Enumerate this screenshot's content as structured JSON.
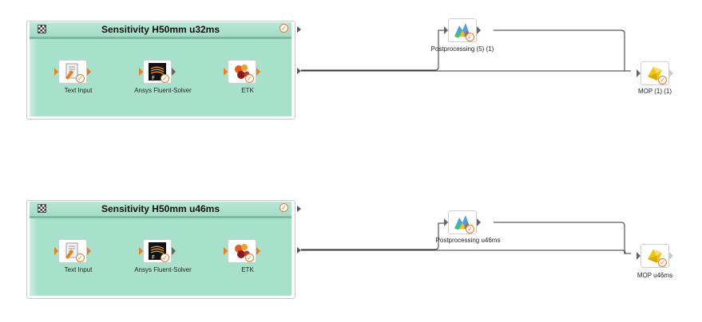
{
  "systems": [
    {
      "title": "Sensitivity H50mm u32ms",
      "nodes": [
        {
          "label": "Text Input",
          "icon": "text-input-icon"
        },
        {
          "label": "Ansys Fluent-Solver",
          "icon": "fluent-solver-icon"
        },
        {
          "label": "ETK",
          "icon": "etk-icon"
        }
      ],
      "post_label": "Postprocessing (5) (1)",
      "mop_label": "MOP (1) (1)"
    },
    {
      "title": "Sensitivity H50mm u46ms",
      "nodes": [
        {
          "label": "Text Input",
          "icon": "text-input-icon"
        },
        {
          "label": "Ansys Fluent-Solver",
          "icon": "fluent-solver-icon"
        },
        {
          "label": "ETK",
          "icon": "etk-icon"
        }
      ],
      "post_label": "Postprocessing u46ms",
      "mop_label": "MOP u46ms"
    }
  ],
  "colors": {
    "system_fill": "#a8e1cb",
    "port_orange": "#e67e22",
    "wire": "#333333"
  }
}
